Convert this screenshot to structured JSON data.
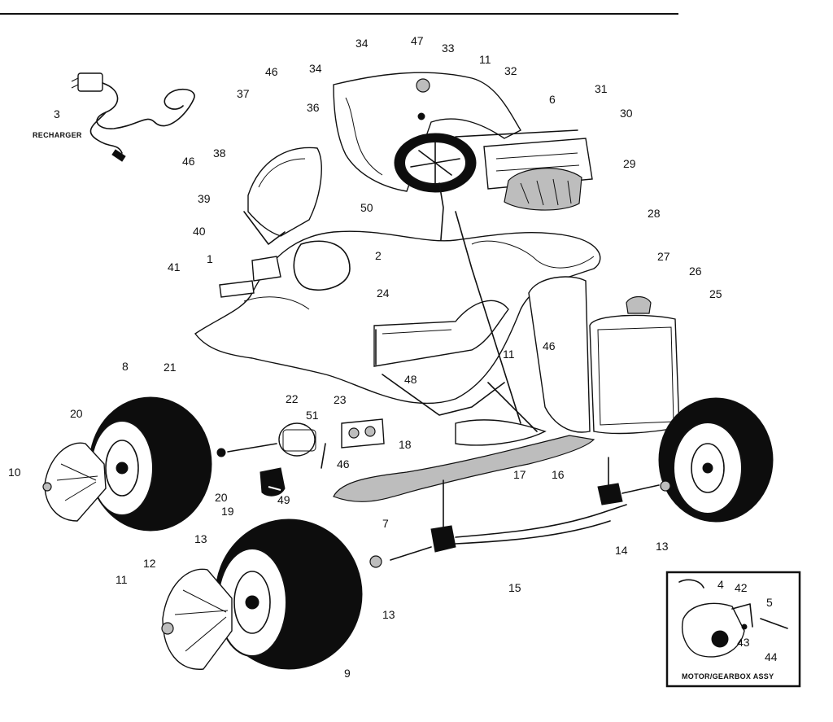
{
  "callouts": [
    {
      "id": "c-34a",
      "text": "34"
    },
    {
      "id": "c-47",
      "text": "47"
    },
    {
      "id": "c-33",
      "text": "33"
    },
    {
      "id": "c-46a",
      "text": "46"
    },
    {
      "id": "c-34b",
      "text": "34"
    },
    {
      "id": "c-11a",
      "text": "11"
    },
    {
      "id": "c-32",
      "text": "32"
    },
    {
      "id": "c-37",
      "text": "37"
    },
    {
      "id": "c-6",
      "text": "6"
    },
    {
      "id": "c-31",
      "text": "31"
    },
    {
      "id": "c-36",
      "text": "36"
    },
    {
      "id": "c-30",
      "text": "30"
    },
    {
      "id": "c-3",
      "text": "3"
    },
    {
      "id": "c-46b",
      "text": "46"
    },
    {
      "id": "c-38",
      "text": "38"
    },
    {
      "id": "c-29",
      "text": "29"
    },
    {
      "id": "c-39",
      "text": "39"
    },
    {
      "id": "c-50",
      "text": "50"
    },
    {
      "id": "c-28",
      "text": "28"
    },
    {
      "id": "c-40",
      "text": "40"
    },
    {
      "id": "c-1",
      "text": "1"
    },
    {
      "id": "c-2",
      "text": "2"
    },
    {
      "id": "c-27",
      "text": "27"
    },
    {
      "id": "c-41",
      "text": "41"
    },
    {
      "id": "c-26",
      "text": "26"
    },
    {
      "id": "c-25",
      "text": "25"
    },
    {
      "id": "c-24",
      "text": "24"
    },
    {
      "id": "c-46c",
      "text": "46"
    },
    {
      "id": "c-11b",
      "text": "11"
    },
    {
      "id": "c-8",
      "text": "8"
    },
    {
      "id": "c-21",
      "text": "21"
    },
    {
      "id": "c-48",
      "text": "48"
    },
    {
      "id": "c-22",
      "text": "22"
    },
    {
      "id": "c-23",
      "text": "23"
    },
    {
      "id": "c-20a",
      "text": "20"
    },
    {
      "id": "c-51",
      "text": "51"
    },
    {
      "id": "c-18",
      "text": "18"
    },
    {
      "id": "c-17",
      "text": "17"
    },
    {
      "id": "c-16",
      "text": "16"
    },
    {
      "id": "c-10",
      "text": "10"
    },
    {
      "id": "c-46d",
      "text": "46"
    },
    {
      "id": "c-20b",
      "text": "20"
    },
    {
      "id": "c-49",
      "text": "49"
    },
    {
      "id": "c-19",
      "text": "19"
    },
    {
      "id": "c-7",
      "text": "7"
    },
    {
      "id": "c-13a",
      "text": "13"
    },
    {
      "id": "c-14",
      "text": "14"
    },
    {
      "id": "c-13b",
      "text": "13"
    },
    {
      "id": "c-12",
      "text": "12"
    },
    {
      "id": "c-11c",
      "text": "11"
    },
    {
      "id": "c-15",
      "text": "15"
    },
    {
      "id": "c-13c",
      "text": "13"
    },
    {
      "id": "c-9",
      "text": "9"
    },
    {
      "id": "c-4",
      "text": "4"
    },
    {
      "id": "c-42",
      "text": "42"
    },
    {
      "id": "c-5",
      "text": "5"
    },
    {
      "id": "c-43",
      "text": "43"
    },
    {
      "id": "c-44",
      "text": "44"
    }
  ],
  "labels": {
    "recharger": "RECHARGER",
    "inset_caption": "MOTOR/GEARBOX ASSY"
  }
}
